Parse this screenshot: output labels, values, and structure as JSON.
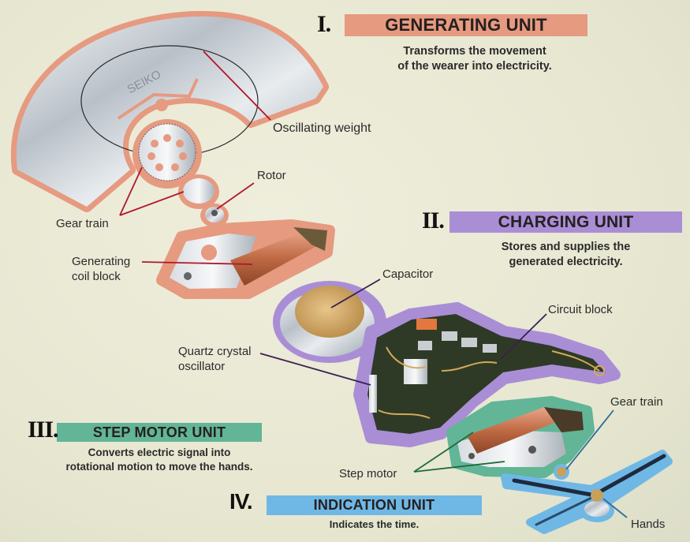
{
  "colors": {
    "background": "#e9e9d5",
    "generating": "#e69a80",
    "charging": "#a98ed6",
    "step_motor": "#62b596",
    "indication": "#6fb8e6",
    "leader_red": "#b0182a",
    "leader_purple": "#3a2050",
    "leader_green": "#1e6b3c",
    "leader_blue": "#2f6d95"
  },
  "units": [
    {
      "numeral": "I.",
      "title": "GENERATING UNIT",
      "description_lines": [
        "Transforms the movement",
        "of the wearer into electricity."
      ]
    },
    {
      "numeral": "II.",
      "title": "CHARGING UNIT",
      "description_lines": [
        "Stores and supplies the",
        "generated electricity."
      ]
    },
    {
      "numeral": "III.",
      "title": "STEP MOTOR UNIT",
      "description_lines": [
        "Converts electric signal into",
        "rotational motion to move the hands."
      ]
    },
    {
      "numeral": "IV.",
      "title": "INDICATION UNIT",
      "description_lines": [
        "Indicates the time."
      ]
    }
  ],
  "labels": {
    "oscillating_weight": "Oscillating weight",
    "rotor": "Rotor",
    "gear_train_1": "Gear train",
    "generating_coil_block": [
      "Generating",
      "coil block"
    ],
    "capacitor": "Capacitor",
    "circuit_block": "Circuit block",
    "quartz_crystal_oscillator": [
      "Quartz crystal",
      "oscillator"
    ],
    "gear_train_2": "Gear train",
    "step_motor": "Step motor",
    "hands": "Hands"
  },
  "logo_text": "SEIKO"
}
